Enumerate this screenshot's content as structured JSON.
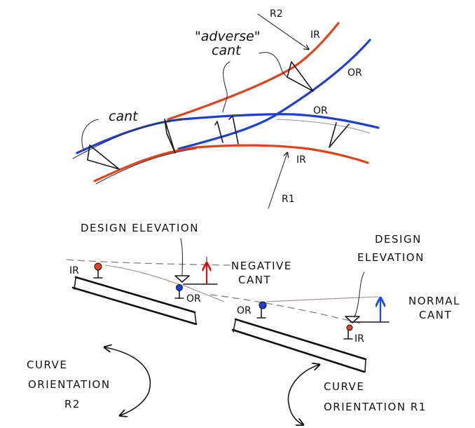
{
  "colors": {
    "inner_rail": "#e0441c",
    "outer_rail": "#1f3fd0",
    "ink": "#111111",
    "negative_cant_arrow": "#e01010",
    "normal_cant_arrow": "#1a4fe0"
  },
  "plan_view": {
    "label_cant": "cant",
    "label_adverse_cant_line1": "\"adverse\"",
    "label_adverse_cant_line2": "cant",
    "label_r2": "R2",
    "label_r1": "R1",
    "label_ir_upper": "IR",
    "label_or_upper": "OR",
    "label_or_lower": "OR",
    "label_ir_lower": "IR"
  },
  "section_left": {
    "title": "DESIGN ELEVATION",
    "label_ir": "IR",
    "label_or": "OR",
    "annotation_line1": "NEGATIVE",
    "annotation_line2": "CANT"
  },
  "section_right": {
    "title_line1": "DESIGN",
    "title_line2": "ELEVATION",
    "label_or": "OR",
    "label_ir": "IR",
    "annotation_line1": "NORMAL",
    "annotation_line2": "CANT"
  },
  "orientation_left": {
    "line1": "CURVE",
    "line2": "ORIENTATION",
    "line3": "R2"
  },
  "orientation_right": {
    "line1": "CURVE",
    "line2": "ORIENTATION R1"
  }
}
